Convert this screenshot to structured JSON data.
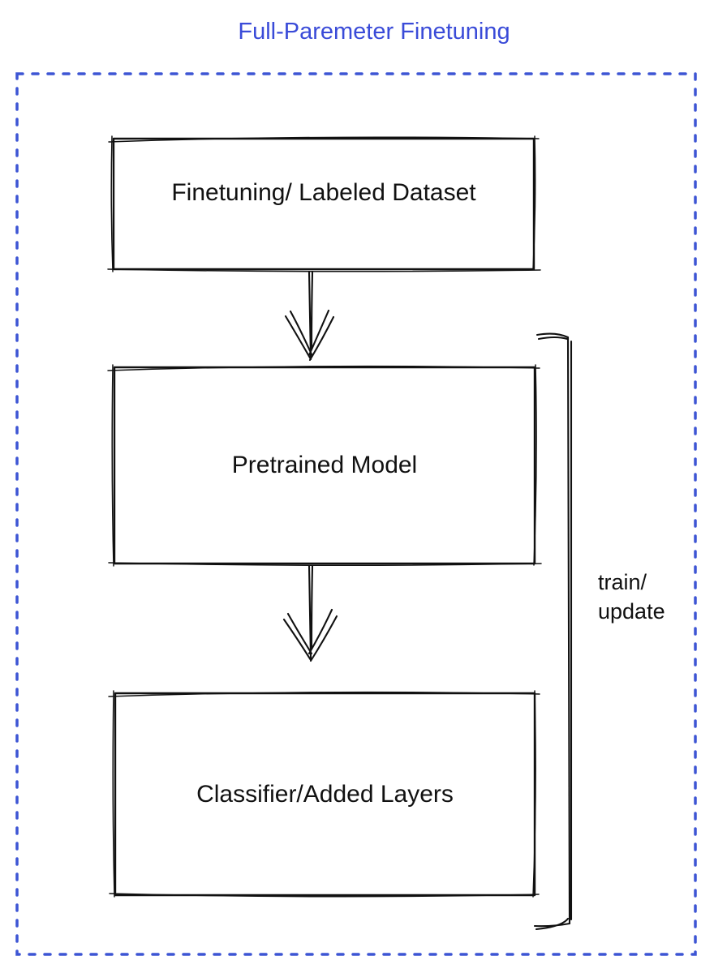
{
  "title": {
    "text": "Full-Paremeter Finetuning",
    "color": "#3a4bd8"
  },
  "frame": {
    "color": "#3d55d4"
  },
  "boxes": {
    "dataset": {
      "label": "Finetuning/ Labeled Dataset",
      "fill": "#8b929e"
    },
    "pretrained": {
      "label": "Pretrained Model",
      "fill": "#4a70e8"
    },
    "classifier": {
      "label": "Classifier/Added Layers",
      "fill": "#3fbb55"
    }
  },
  "bracket": {
    "line1": "train/",
    "line2": "update"
  }
}
